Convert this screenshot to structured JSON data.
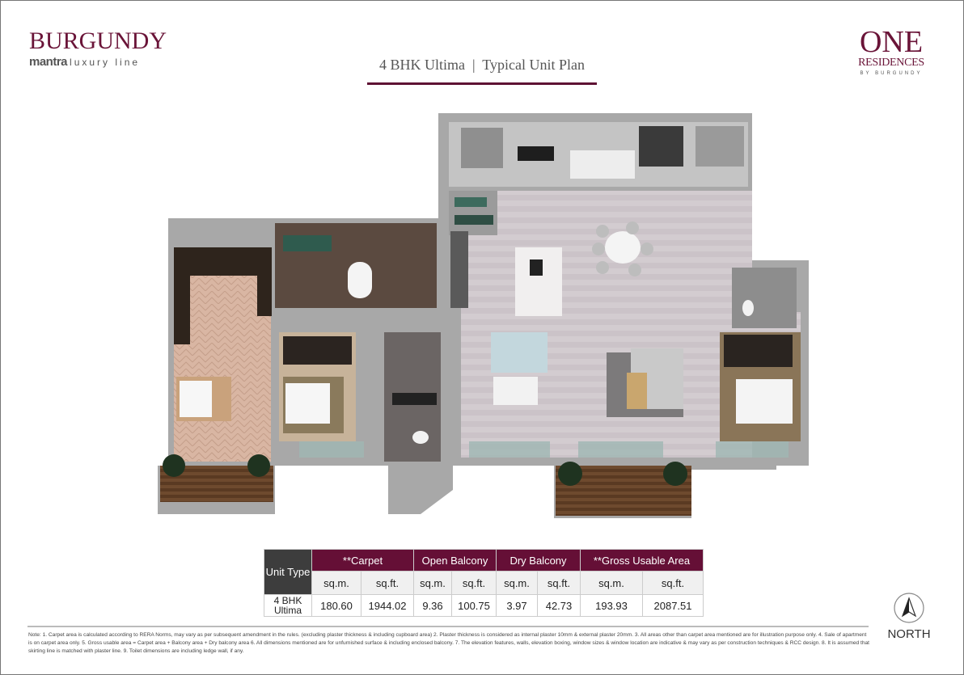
{
  "brand_left": {
    "name": "BURGUNDY",
    "sub_brand": "mantra",
    "tagline": "luxury line"
  },
  "brand_right": {
    "name": "ONE",
    "line2": "RESIDENCES",
    "line3": "BY BURGUNDY"
  },
  "title": "4 BHK Ultima  |  Typical Unit Plan",
  "colors": {
    "accent": "#650f36",
    "dark": "#3d3d3d"
  },
  "table": {
    "unit_header": "Unit Type",
    "groups": [
      "**Carpet",
      "Open Balcony",
      "Dry Balcony",
      "**Gross Usable Area"
    ],
    "sub_headers": [
      "sq.m.",
      "sq.ft.",
      "sq.m.",
      "sq.ft.",
      "sq.m.",
      "sq.ft.",
      "sq.m.",
      "sq.ft."
    ],
    "row": {
      "unit": "4 BHK Ultima",
      "values": [
        "180.60",
        "1944.02",
        "9.36",
        "100.75",
        "3.97",
        "42.73",
        "193.93",
        "2087.51"
      ]
    }
  },
  "north_label": "NORTH",
  "note": "Note: 1. Carpet area is calculated according to RERA Norms, may vary as per subsequent amendment in the rules. (excluding plaster thickness & including cupboard area) 2. Plaster thickness is considered as internal plaster 10mm & external plaster 20mm. 3. All areas other than carpet area mentioned are for illustration purpose only. 4. Sale of apartment is on carpet area only. 5. Gross usable area = Carpet area + Balcony area + Dry balcony area 6. All dimensions mentioned are for unfurnished surface & including enclosed balcony. 7. The elevation features, walls, elevation boxing, window sizes & window location are indicative & may vary as per construction techniques & RCC design. 8. It is assumed that skirting line is matched with plaster line. 9. Toilet dimensions are including ledge wall, if any."
}
